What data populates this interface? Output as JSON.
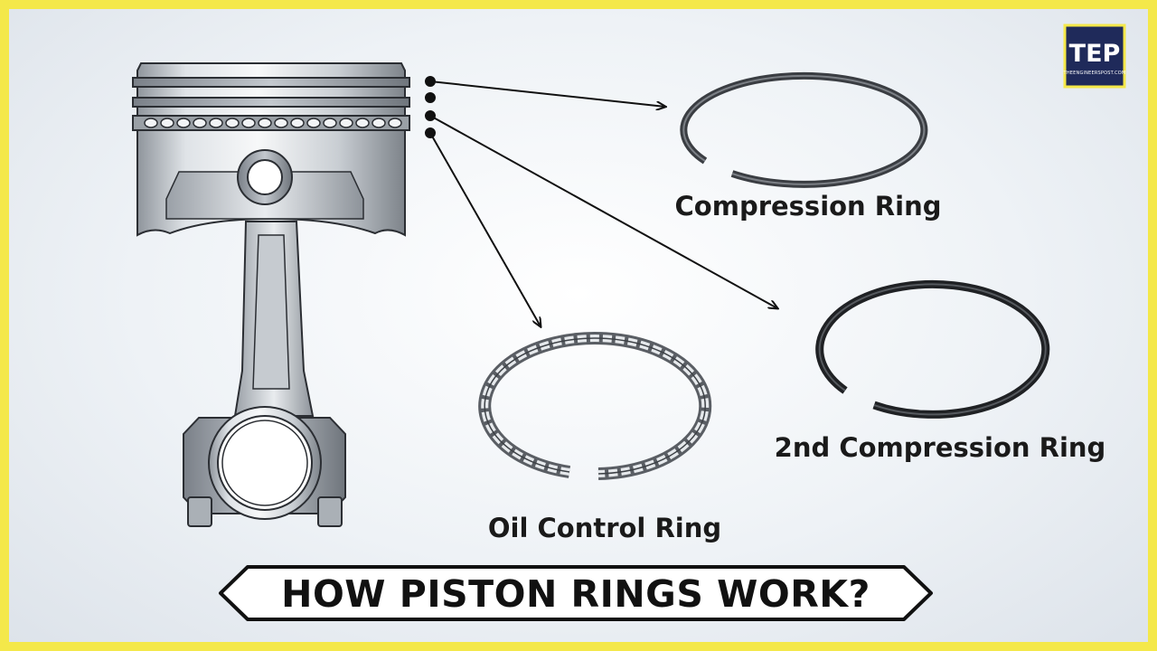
{
  "logo": {
    "text": "TEP",
    "subtext": "THEENGINEERSPOST.COM"
  },
  "labels": {
    "compression_ring": "Compression Ring",
    "second_compression_ring": "2nd Compression Ring",
    "oil_control_ring": "Oil Control Ring"
  },
  "banner": {
    "title": "HOW PISTON RINGS WORK?"
  },
  "colors": {
    "border": "#f4e84a",
    "logo_bg": "#1f2a5a",
    "logo_border": "#f4e84a",
    "ring_dark": "#3a3d42",
    "text": "#1a1a1a"
  }
}
